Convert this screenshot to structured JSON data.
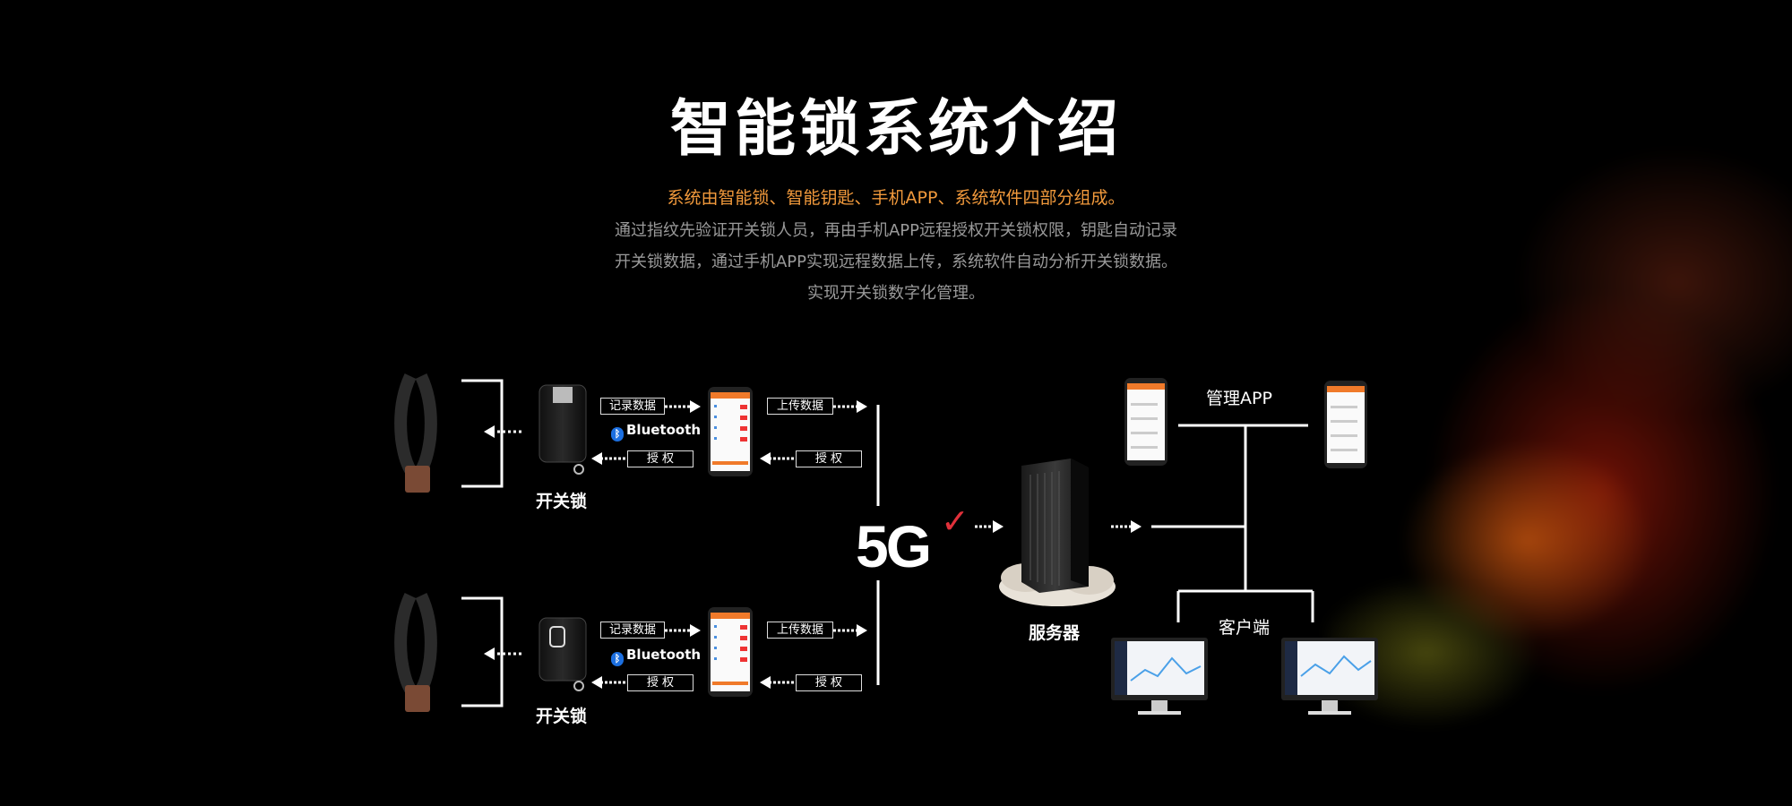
{
  "title": "智能锁系统介绍",
  "subtitle": "系统由智能锁、智能钥匙、手机APP、系统软件四部分组成。",
  "description": [
    "通过指纹先验证开关锁人员，再由手机APP远程授权开关锁权限，钥匙自动记录",
    "开关锁数据，通过手机APP实现远程数据上传，系统软件自动分析开关锁数据。",
    "实现开关锁数字化管理。"
  ],
  "rows": [
    {
      "lock_label": "开关锁",
      "record_label": "记录数据",
      "bluetooth_label": "Bluetooth",
      "auth_label": "授 权",
      "upload_label": "上传数据",
      "auth2_label": "授 权"
    },
    {
      "lock_label": "开关锁",
      "record_label": "记录数据",
      "bluetooth_label": "Bluetooth",
      "auth_label": "授 权",
      "upload_label": "上传数据",
      "auth2_label": "授 权"
    }
  ],
  "network_label": "5G",
  "server_label": "服务器",
  "manage_app_label": "管理APP",
  "client_label": "客户端",
  "colors": {
    "background": "#000000",
    "accent_orange": "#f29a3c",
    "check_red": "#e0303a",
    "bluetooth_blue": "#1c6fe0"
  }
}
